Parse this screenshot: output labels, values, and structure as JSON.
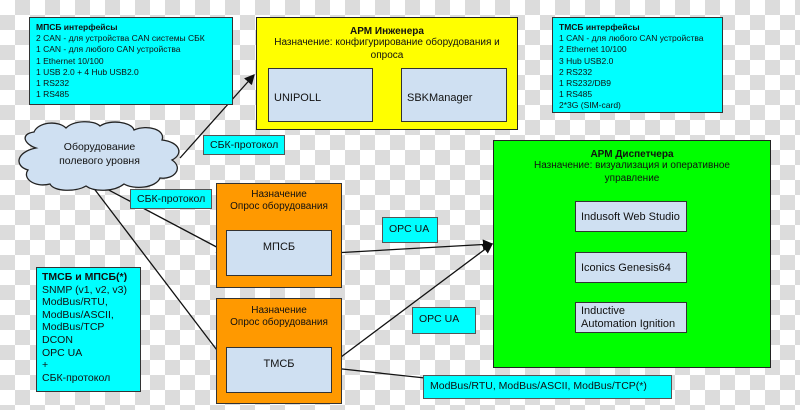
{
  "mpsb_interfaces": {
    "title": "МПСБ интерфейсы",
    "lines": [
      "2 CAN - для устройства CAN системы СБК",
      "1 CAN - для любого CAN устройства",
      "1 Ethernet 10/100",
      "1 USB 2.0 + 4 Hub USB2.0",
      "1 RS232",
      "1 RS485"
    ]
  },
  "engineer_ws": {
    "title": "АРМ Инженера",
    "purpose": "Назначение: конфигурирование оборудования и опроса",
    "apps": [
      "UNIPOLL",
      "SBKManager"
    ]
  },
  "tmsb_interfaces": {
    "title": "ТМСБ интерфейсы",
    "lines": [
      "1 CAN - для любого CAN устройства",
      "2 Ethernet 10/100",
      "3 Hub USB2.0",
      "2 RS232",
      "1 RS232/DB9",
      "1 RS485",
      "2*3G (SIM-card)"
    ]
  },
  "field_equipment": {
    "label": "Оборудование полевого уровня"
  },
  "edge_labels": {
    "sbk_to_engineer": "СБК-протокол",
    "sbk_to_mpsb": "СБК-протокол",
    "opc_mpsb": "OPC UA",
    "opc_tmsb": "OPC UA",
    "modbus_tmsb": "ModBus/RTU, ModBus/ASCII, ModBus/TCP(*)"
  },
  "dispatcher_ws": {
    "title": "АРМ Диспетчера",
    "purpose": "Назначение: визуализация и оперативное управление",
    "apps": [
      "Indusoft Web Studio",
      "Iconics Genesis64",
      "Inductive Automation Ignition"
    ]
  },
  "mpsb_node": {
    "purpose_title": "Назначение",
    "purpose": "Опрос оборудования",
    "name": "МПСБ"
  },
  "tmsb_node": {
    "purpose_title": "Назначение",
    "purpose": "Опрос оборудования",
    "name": "ТМСБ"
  },
  "protocols": {
    "title": "ТМСБ и МПСБ(*)",
    "lines": [
      "SNMP (v1, v2, v3)",
      "ModBus/RTU,",
      "ModBus/ASCII,",
      "ModBus/TCP",
      "DCON",
      "OPC UA",
      "+",
      "СБК-протокол"
    ]
  },
  "colors": {
    "cyan": "#00ffff",
    "yellow": "#ffff00",
    "orange": "#ff9900",
    "green": "#00ff00",
    "app_box": "#cfe0f2",
    "cloud": "#cfe0f2"
  }
}
